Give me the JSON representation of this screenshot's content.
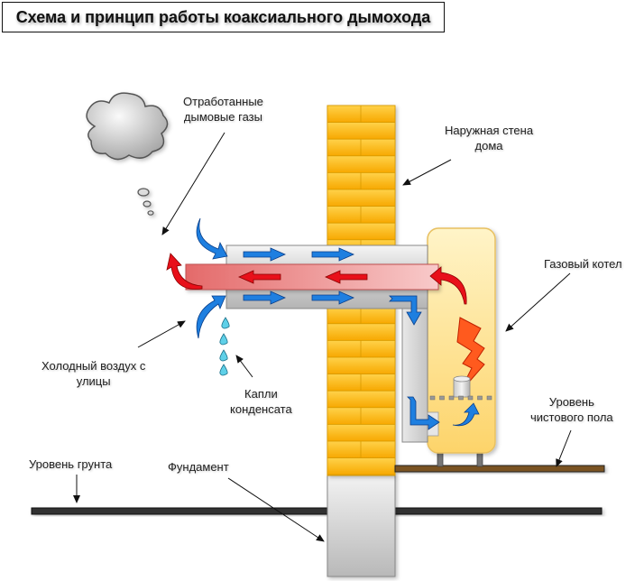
{
  "title": "Схема и принцип работы коаксиального дымохода",
  "labels": {
    "exhaust_gases": [
      "Отработанные",
      "дымовые газы"
    ],
    "outer_wall": [
      "Наружная стена",
      "дома"
    ],
    "gas_boiler": "Газовый котел",
    "cold_air": [
      "Холодный воздух с",
      "улицы"
    ],
    "condensate": [
      "Капли",
      "конденсата"
    ],
    "floor_level": [
      "Уровень",
      "чистового пола"
    ],
    "ground_level": "Уровень грунта",
    "foundation": "Фундамент"
  },
  "colors": {
    "brick": "#fdb913",
    "brick_line": "#d99a00",
    "fresh_air_arrow": "#1e7fe0",
    "flue_gas_arrow": "#e8101a",
    "flue_pipe": "#f2a0a0",
    "outer_pipe": "#d8d8d8",
    "boiler": "#fde08a",
    "ground": "#333333",
    "floor": "#7a5222",
    "droplet": "#5fd0e8"
  }
}
